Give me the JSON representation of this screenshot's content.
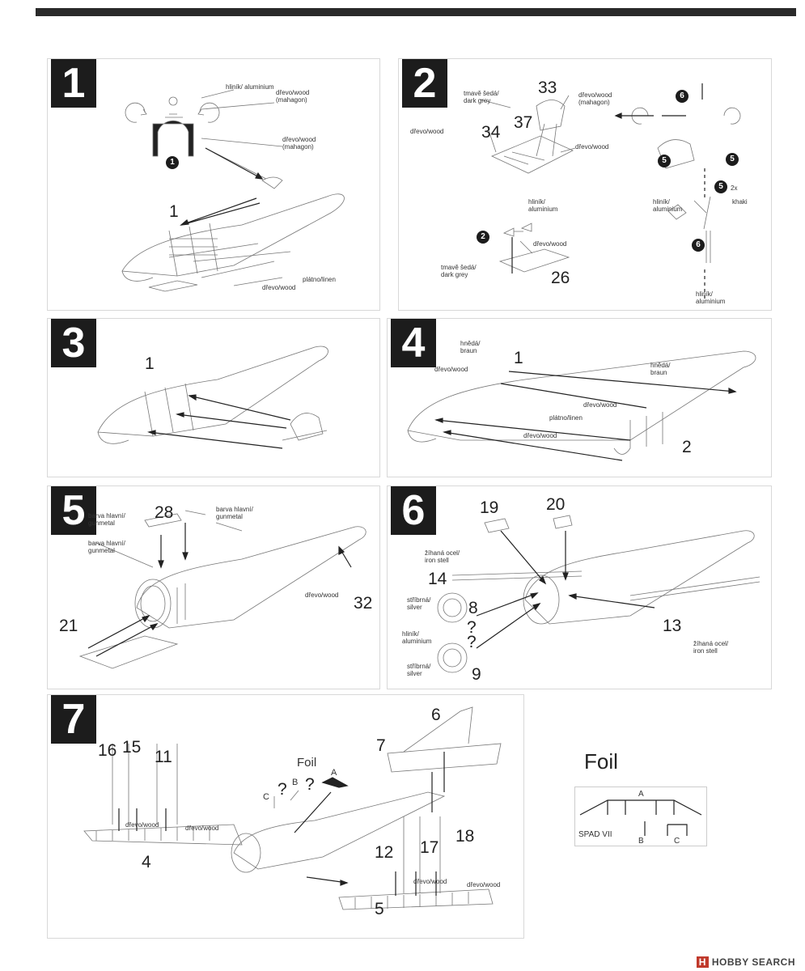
{
  "steps": [
    {
      "number": "1"
    },
    {
      "number": "2"
    },
    {
      "number": "3"
    },
    {
      "number": "4"
    },
    {
      "number": "5"
    },
    {
      "number": "6"
    },
    {
      "number": "7"
    }
  ],
  "labels": {
    "hlinik_aluminium": "hliník/ aluminium",
    "drevo_wood": "dřevo/wood",
    "drevo_wood_mahagon": "dřevo/wood (mahagon)",
    "platno_linen": "plátno/linen",
    "tmave_seda_dark_grey": "tmavě šedá/ dark grey",
    "khaki": "khaki",
    "hneda_braun": "hnědá/ braun",
    "barva_hlavni_gunmetal": "barva hlavní/ gunmetal",
    "zihana_ocel_iron_stell": "žíhaná ocel/ iron stell",
    "stribrna_silver": "stříbrná/ silver",
    "two_x": "2x"
  },
  "part_numbers": {
    "p1": "1",
    "p2": "2",
    "p4": "4",
    "p5": "5",
    "p6": "6",
    "p7": "7",
    "p8": "8",
    "p9": "9",
    "p11": "11",
    "p12": "12",
    "p13": "13",
    "p14": "14",
    "p15": "15",
    "p16": "16",
    "p17": "17",
    "p18": "18",
    "p19": "19",
    "p20": "20",
    "p21": "21",
    "p26": "26",
    "p28": "28",
    "p32": "32",
    "p33": "33",
    "p34": "34",
    "p37": "37"
  },
  "decals": {
    "d1": "1",
    "d2": "2",
    "d5": "5",
    "d6": "6"
  },
  "question_mark": "?",
  "foil": {
    "title": "Foil",
    "small_title": "Foil",
    "a": "A",
    "b": "B",
    "c": "C",
    "model": "SPAD VII"
  },
  "footer": {
    "mark": "H",
    "text": "HOBBY SEARCH"
  }
}
